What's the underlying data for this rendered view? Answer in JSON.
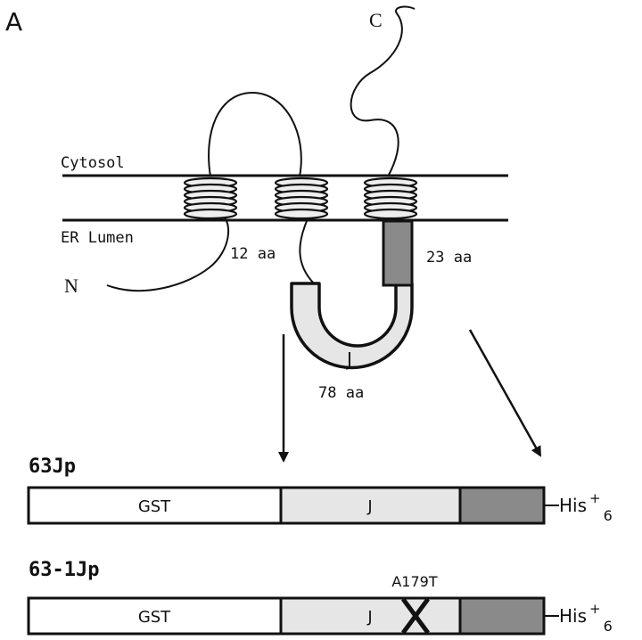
{
  "panel_label": "A",
  "topology": {
    "c_terminus": "C",
    "n_terminus": "N",
    "cytosol_label": "Cytosol",
    "lumen_label": "ER Lumen",
    "loop1_length": "12 aa",
    "loop2_length": "23 aa",
    "j_domain_label": "J",
    "j_domain_length": "78 aa"
  },
  "constructs": [
    {
      "name": "63Jp",
      "tag_label": "GST",
      "j_label": "J",
      "his_tag": "His",
      "his_sup": "+",
      "his_sub": "6",
      "mutation": ""
    },
    {
      "name": "63-1Jp",
      "tag_label": "GST",
      "j_label": "J",
      "his_tag": "His",
      "his_sup": "+",
      "his_sub": "6",
      "mutation": "A179T"
    }
  ],
  "colors": {
    "j_domain": "#e6e6e6",
    "tm_tail": "#8a8a8a",
    "tm_helix": "#eeeeee",
    "line": "#111111"
  }
}
